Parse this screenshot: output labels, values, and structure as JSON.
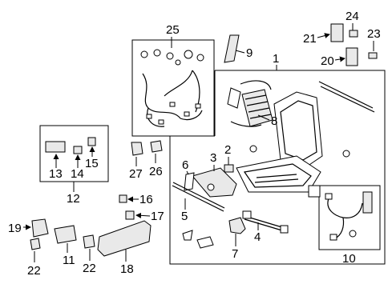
{
  "callouts": {
    "c1": "1",
    "c2": "2",
    "c3": "3",
    "c4": "4",
    "c5": "5",
    "c6": "6",
    "c7": "7",
    "c8": "8",
    "c9": "9",
    "c10": "10",
    "c11": "11",
    "c12": "12",
    "c13": "13",
    "c14": "14",
    "c15": "15",
    "c16": "16",
    "c17": "17",
    "c18": "18",
    "c19": "19",
    "c20": "20",
    "c21": "21",
    "c22a": "22",
    "c22b": "22",
    "c23": "23",
    "c24": "24",
    "c25": "25",
    "c26": "26",
    "c27": "27"
  }
}
